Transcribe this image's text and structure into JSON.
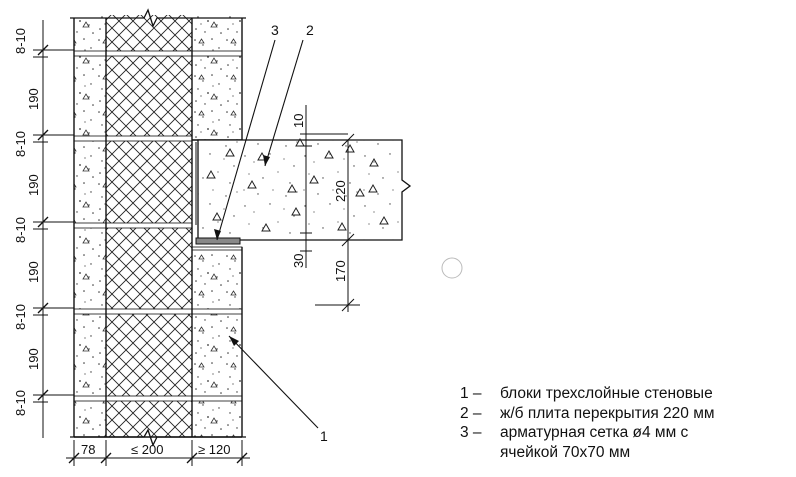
{
  "vertical_dims": [
    "8-10",
    "190",
    "8-10",
    "190",
    "8-10",
    "190",
    "8-10",
    "190",
    "8-10"
  ],
  "horizontal_dims": [
    "78",
    "≤ 200",
    "≥ 120"
  ],
  "slab_dims": {
    "top_gap": "10",
    "thickness": "220",
    "bearing_joint": "30",
    "offset": "170"
  },
  "callouts": [
    "3",
    "2",
    "1"
  ],
  "legend": [
    {
      "num": "1 –",
      "text": "блоки трехслойные стеновые"
    },
    {
      "num": "2 –",
      "text": "ж/б плита перекрытия 220 мм"
    },
    {
      "num": "3 –",
      "text": "арматурная сетка  ø4  мм  с",
      "cont": "ячейкой 70х70 мм"
    }
  ],
  "colors": {
    "line": "#111111",
    "hatch": "#222222",
    "speckle": "#333333",
    "mortar": "#9a9a9a"
  }
}
